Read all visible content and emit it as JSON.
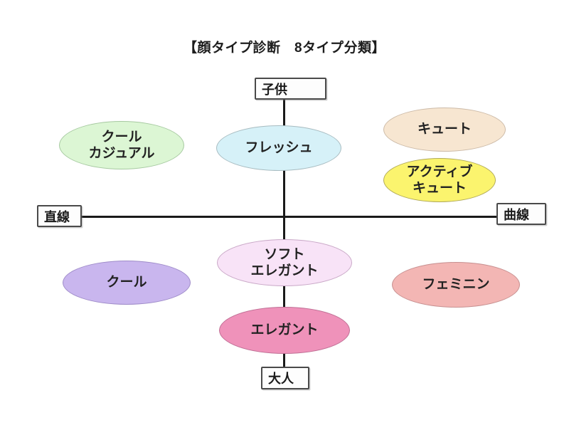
{
  "title": "【顔タイプ診断　8タイプ分類】",
  "axes": {
    "top_label": "子供",
    "bottom_label": "大人",
    "left_label": "直線",
    "right_label": "曲線"
  },
  "types": [
    {
      "id": "cool-casual",
      "label": "クール\nカジュアル",
      "fill": "#dcf6d4",
      "border": "#a6c9a0"
    },
    {
      "id": "fresh",
      "label": "フレッシュ",
      "fill": "#d6f1f8",
      "border": "#a8bcc1"
    },
    {
      "id": "cute",
      "label": "キュート",
      "fill": "#f7e6d1",
      "border": "#ccbaa7"
    },
    {
      "id": "active-cute",
      "label": "アクティブ\nキュート",
      "fill": "#fbf46e",
      "border": "#b1aa58"
    },
    {
      "id": "cool",
      "label": "クール",
      "fill": "#c9b6ee",
      "border": "#9e8bc8"
    },
    {
      "id": "soft-elegant",
      "label": "ソフト\nエレガント",
      "fill": "#f8e3f7",
      "border": "#c9a8c7"
    },
    {
      "id": "feminine",
      "label": "フェミニン",
      "fill": "#f3b6b4",
      "border": "#c79090"
    },
    {
      "id": "elegant",
      "label": "エレガント",
      "fill": "#ef92ba",
      "border": "#c06f95"
    }
  ],
  "colors": {
    "axis_line": "#1a1a1a",
    "box_border": "#4a4a4a",
    "background": "#ffffff",
    "text": "#222222"
  }
}
